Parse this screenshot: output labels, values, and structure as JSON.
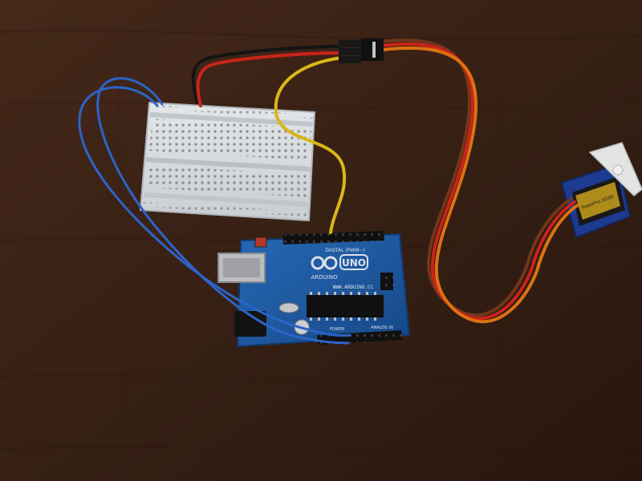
{
  "board": {
    "logo_text": "UNO",
    "brand_text": "ARDUINO",
    "url_text": "WWW.ARDUINO.CC",
    "digital_label": "DIGITAL (PWM~)",
    "power_label": "POWER",
    "analog_label": "ANALOG IN"
  },
  "servo": {
    "label_text": "TowerPro SG90"
  },
  "colors": {
    "table": "#3a2216",
    "board_blue": "#1f5ea8",
    "wire_red": "#d8261c",
    "wire_black": "#161616",
    "wire_yellow": "#e7c21a",
    "wire_orange": "#ea7a12",
    "wire_brown": "#7a3a1c",
    "wire_blue": "#2f6bd6",
    "breadboard": "#e9ecef",
    "servo_blue": "#1f3f9a"
  },
  "icons": {
    "infinity_logo": "arduino-infinity-icon",
    "usb": "usb-port-icon",
    "chip": "microcontroller-chip-icon"
  }
}
